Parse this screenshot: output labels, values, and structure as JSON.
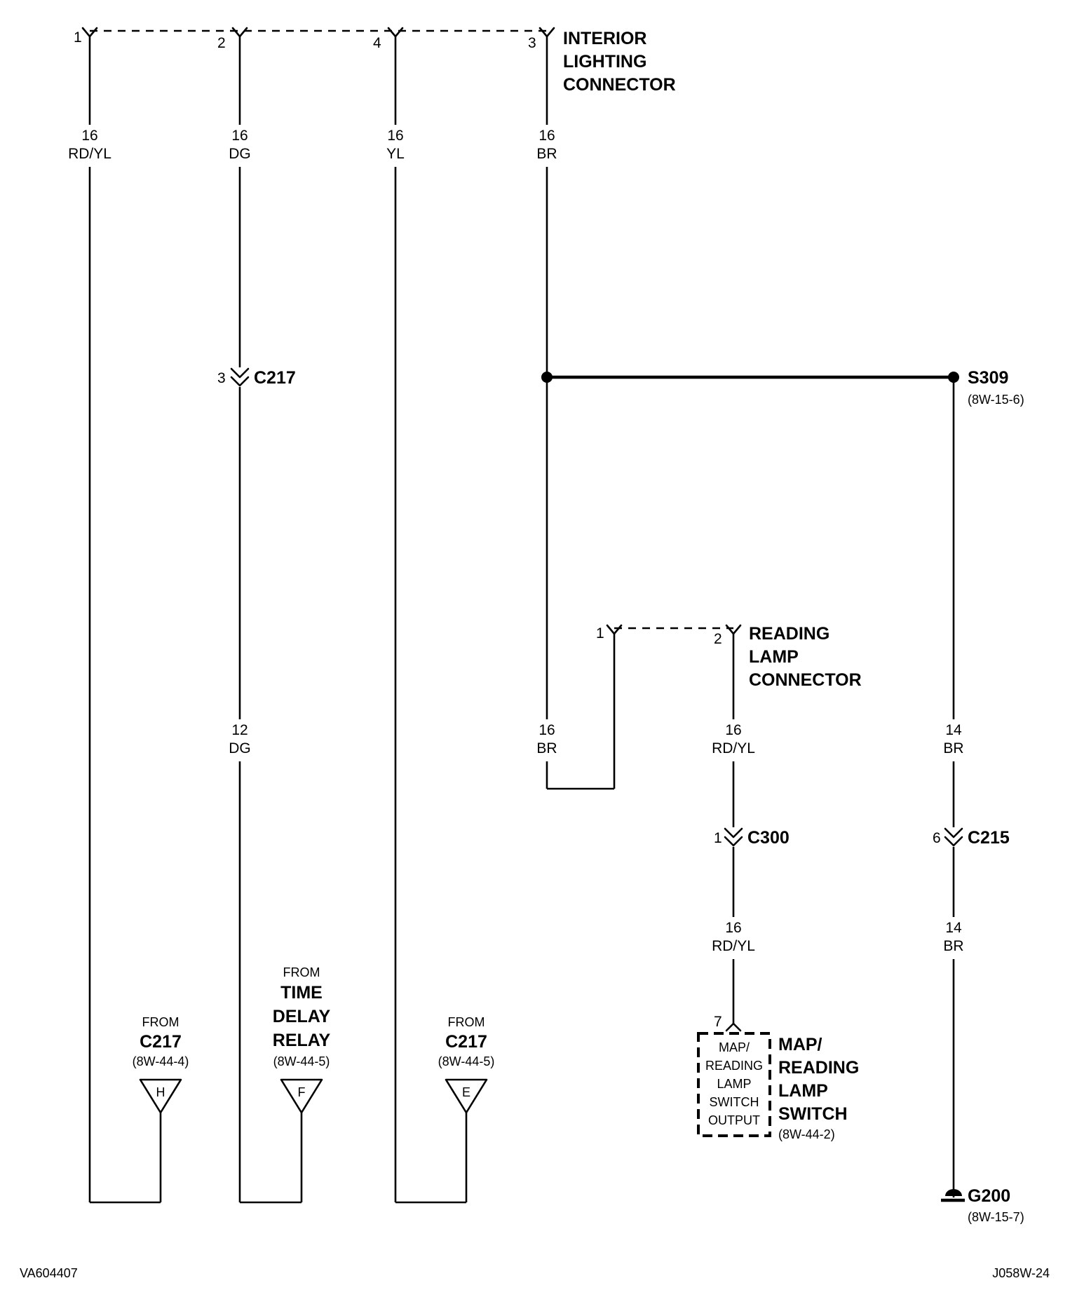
{
  "interior_connector": {
    "title_lines": [
      "INTERIOR",
      "LIGHTING",
      "CONNECTOR"
    ],
    "pins": [
      "1",
      "2",
      "4",
      "3"
    ]
  },
  "wires": {
    "w1": {
      "gauge": "16",
      "color": "RD/YL"
    },
    "w2": {
      "gauge": "16",
      "color": "DG"
    },
    "w2b": {
      "gauge": "12",
      "color": "DG"
    },
    "w3": {
      "gauge": "16",
      "color": "YL"
    },
    "w4": {
      "gauge": "16",
      "color": "BR"
    },
    "w4b": {
      "gauge": "16",
      "color": "BR"
    },
    "w5": {
      "gauge": "16",
      "color": "RD/YL"
    },
    "w5b": {
      "gauge": "16",
      "color": "RD/YL"
    },
    "w6": {
      "gauge": "14",
      "color": "BR"
    },
    "w6b": {
      "gauge": "14",
      "color": "BR"
    }
  },
  "c217": {
    "pin": "3",
    "label": "C217"
  },
  "s309": {
    "label": "S309",
    "ref": "(8W-15-6)"
  },
  "reading_connector": {
    "title_lines": [
      "READING",
      "LAMP",
      "CONNECTOR"
    ],
    "pin1": "1",
    "pin2": "2"
  },
  "c300": {
    "pin": "1",
    "label": "C300"
  },
  "c215": {
    "pin": "6",
    "label": "C215"
  },
  "from_h": {
    "from": "FROM",
    "name_lines": [
      "C217"
    ],
    "ref": "(8W-44-4)",
    "letter": "H"
  },
  "from_f": {
    "from": "FROM",
    "name_lines": [
      "TIME",
      "DELAY",
      "RELAY"
    ],
    "ref": "(8W-44-5)",
    "letter": "F"
  },
  "from_e": {
    "from": "FROM",
    "name_lines": [
      "C217"
    ],
    "ref": "(8W-44-5)",
    "letter": "E"
  },
  "switch": {
    "pin": "7",
    "box_lines": [
      "MAP/",
      "READING",
      "LAMP",
      "SWITCH",
      "OUTPUT"
    ],
    "name_lines": [
      "MAP/",
      "READING",
      "LAMP",
      "SWITCH"
    ],
    "ref": "(8W-44-2)"
  },
  "g200": {
    "label": "G200",
    "ref": "(8W-15-7)"
  },
  "footer": {
    "left": "VA604407",
    "right": "J058W-24"
  }
}
